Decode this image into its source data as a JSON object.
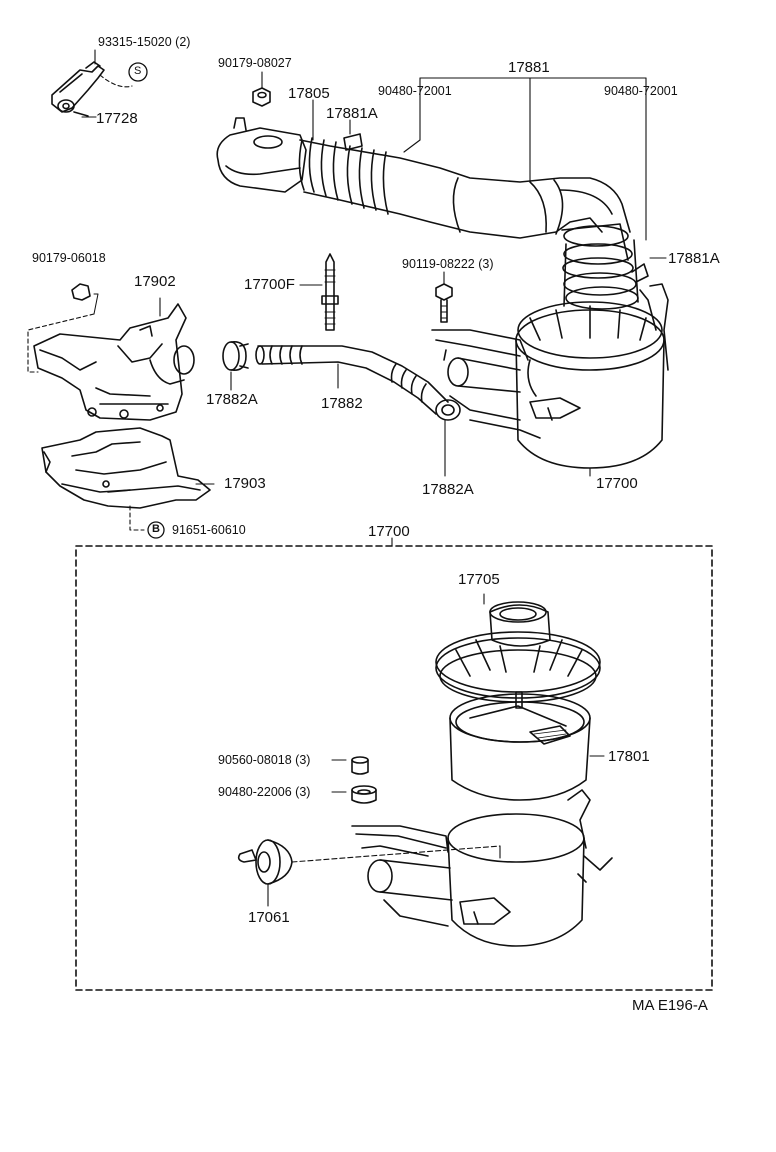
{
  "labels": {
    "p93315": "93315-15020 (2)",
    "p17728": "17728",
    "p90179_08027": "90179-08027",
    "p17805": "17805",
    "p17881A_top": "17881A",
    "p90480_left": "90480-72001",
    "p17881": "17881",
    "p90480_right": "90480-72001",
    "p90179_06018": "90179-06018",
    "p17902": "17902",
    "p17700F": "17700F",
    "p90119": "90119-08222 (3)",
    "p17881A_right": "17881A",
    "p17882A_left": "17882A",
    "p17882": "17882",
    "p17903": "17903",
    "p17882A_bottom": "17882A",
    "p17700_top": "17700",
    "p91651": "91651-60610",
    "p17700_box": "17700",
    "p17705": "17705",
    "p17801": "17801",
    "p90560": "90560-08018 (3)",
    "p90480_22006": "90480-22006 (3)",
    "p17061": "17061",
    "footer_code": "MA E196-A"
  },
  "symbols": {
    "s_mark": "S",
    "b_mark": "B"
  }
}
